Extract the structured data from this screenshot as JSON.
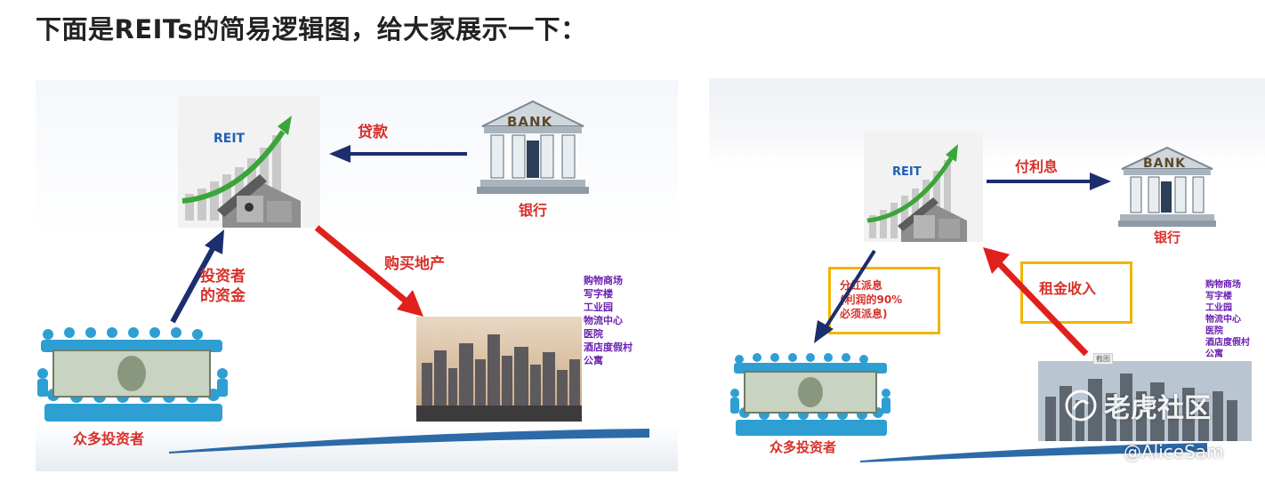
{
  "heading": "下面是REITs的简易逻辑图，给大家展示一下：",
  "left": {
    "reit_label": "REIT",
    "bank_sign": "BANK",
    "bank_caption": "银行",
    "loan_label": "贷款",
    "investor_funds_line1": "投资者",
    "investor_funds_line2": "的资金",
    "buy_label": "购买地产",
    "investors_caption": "众多投资者",
    "property_types": [
      "购物商场",
      "写字楼",
      "工业园",
      "物流中心",
      "医院",
      "酒店度假村",
      "公寓"
    ]
  },
  "right": {
    "reit_label": "REIT",
    "bank_sign": "BANK",
    "bank_caption": "银行",
    "interest_label": "付利息",
    "dividend_line1": "分红派息",
    "dividend_line2": "(利润的90%",
    "dividend_line3": "必须派息)",
    "rent_label": "租金收入",
    "investors_caption": "众多投资者",
    "property_types": [
      "购物商场",
      "写字楼",
      "工业园",
      "物流中心",
      "医院",
      "酒店度假村",
      "公寓"
    ],
    "small_tag": "截图"
  },
  "watermark": {
    "brand": "老虎社区",
    "handle": "@AliceSam"
  },
  "colors": {
    "arrow_navy": "#1b2f6e",
    "arrow_red": "#e0201c",
    "growth_green": "#3aa63a",
    "box_yellow": "#f2b400",
    "label_red": "#d8302a",
    "label_purple": "#6a1fb0",
    "swoosh_blue": "#2d6aa8"
  }
}
